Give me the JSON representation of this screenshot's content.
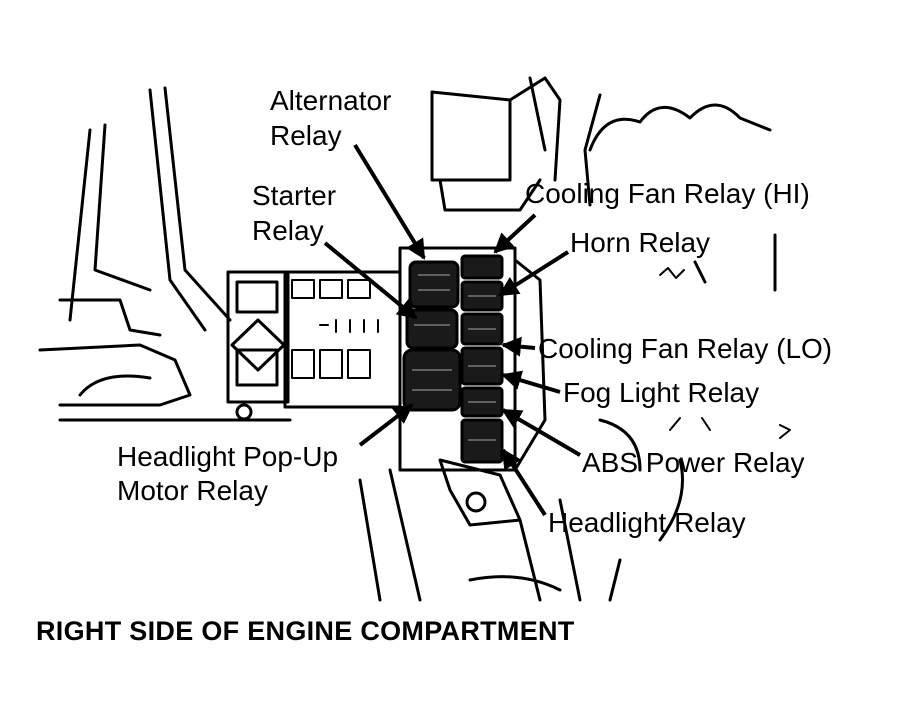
{
  "caption": "RIGHT SIDE OF ENGINE COMPARTMENT",
  "labels": {
    "alternator_relay": [
      "Alternator",
      "Relay"
    ],
    "starter_relay": [
      "Starter",
      "Relay"
    ],
    "headlight_popup_motor_relay": [
      "Headlight Pop-Up",
      "Motor Relay"
    ],
    "cooling_fan_relay_hi": "Cooling Fan Relay (HI)",
    "horn_relay": "Horn Relay",
    "cooling_fan_relay_lo": "Cooling Fan Relay (LO)",
    "fog_light_relay": "Fog Light Relay",
    "abs_power_relay": "ABS Power Relay",
    "headlight_relay": "Headlight Relay"
  },
  "colors": {
    "ink": "#000000",
    "paper": "#ffffff"
  }
}
